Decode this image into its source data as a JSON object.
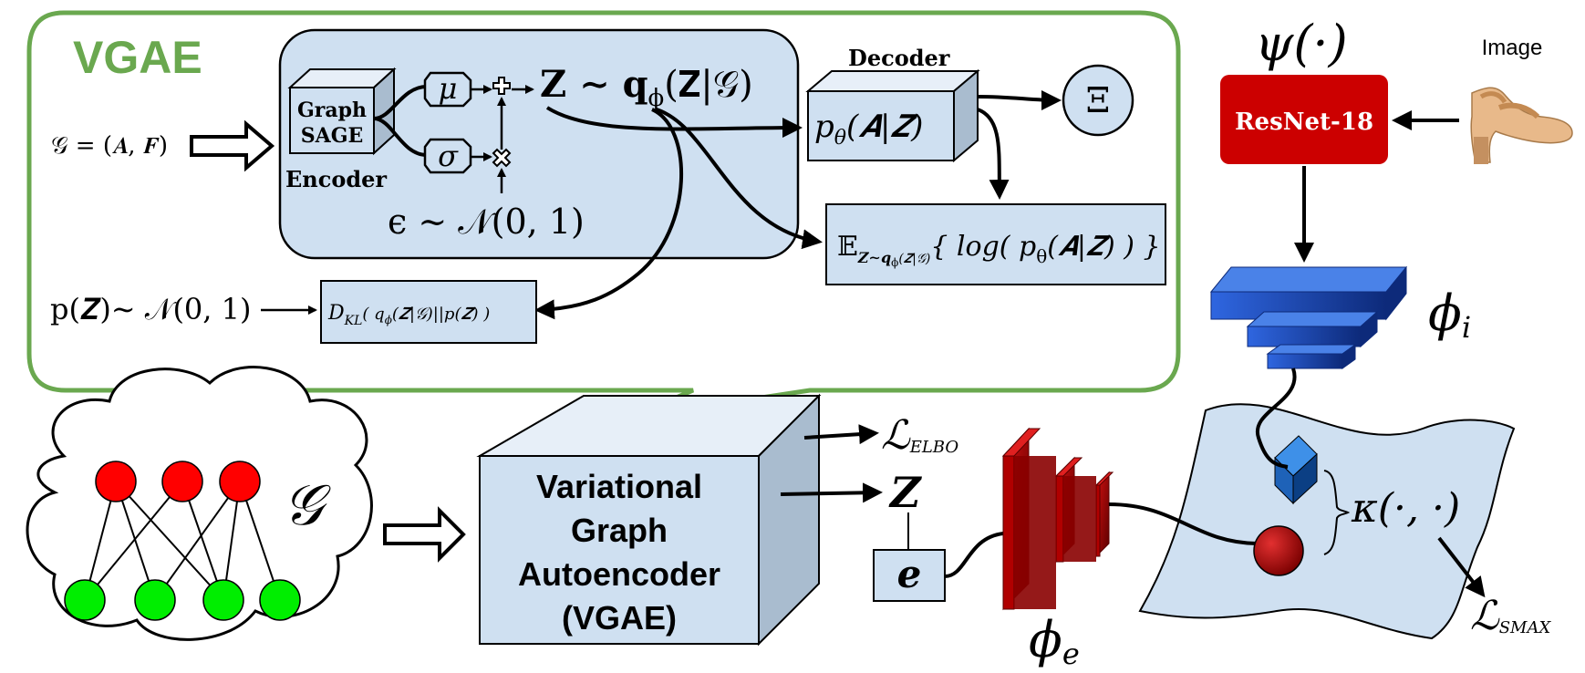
{
  "vgae_inset": {
    "title": "VGAE",
    "title_color": "#6aa84f",
    "input": "𝒢 = (𝑨, 𝑭)",
    "encoder_box_line1": "Graph",
    "encoder_box_line2": "SAGE",
    "encoder_label": "Encoder",
    "mu": "μ",
    "sigma": "σ",
    "plus_symbol": "+",
    "times_symbol": "×",
    "epsilon": "ϵ ∼ 𝒩(0, 1)",
    "latent": "𝐙 ∼ q",
    "latent_sub": "ϕ",
    "latent_tail": "(𝐙|𝒢)",
    "decoder_label": "Decoder",
    "decoder_box": "p",
    "decoder_box_sub": "θ",
    "decoder_box_tail": "(𝑨|𝒁)",
    "xi": "Ξ",
    "expectation": "𝔼",
    "expectation_sub": "𝒁∼q",
    "expectation_sub2": "ϕ",
    "expectation_sub3": "(𝒁|𝒢)",
    "expectation_body": "{ log( p",
    "expectation_body_sub": "θ",
    "expectation_body_tail": "(𝑨|𝒁) ) }",
    "prior": "p(𝒁)∼ 𝒩(0, 1)",
    "kl_main": "D",
    "kl_sub": "KL",
    "kl_body": "( q",
    "kl_body_sub": "ϕ",
    "kl_body_tail": "(𝒁|𝒢)||p(𝒁) )",
    "accent": "#cfe0f1",
    "border": "#6aa84f"
  },
  "bottom": {
    "graph_symbol": "𝒢",
    "vgae_block_line1": "Variational",
    "vgae_block_line2": "Graph",
    "vgae_block_line3": "Autoencoder",
    "vgae_block_line4": "(VGAE)",
    "l_elbo": "ℒ",
    "l_elbo_sub": "ELBO",
    "z_label": "𝒁",
    "e_label": "𝒆",
    "phi_e": "ϕ",
    "phi_e_sub": "e",
    "phi_i": "ϕ",
    "phi_i_sub": "i",
    "kappa": "κ(·, ·)",
    "l_smax": "ℒ",
    "l_smax_sub": "SMAX",
    "node_red": "#ff0000",
    "node_green": "#00ee00"
  },
  "image_branch": {
    "psi": "ψ(·)",
    "image_label": "Image",
    "resnet_label": "ResNet-18",
    "resnet_color": "#cc0000",
    "blue_block_color": "#2a5fd0",
    "dark_red": "#9e0000"
  }
}
